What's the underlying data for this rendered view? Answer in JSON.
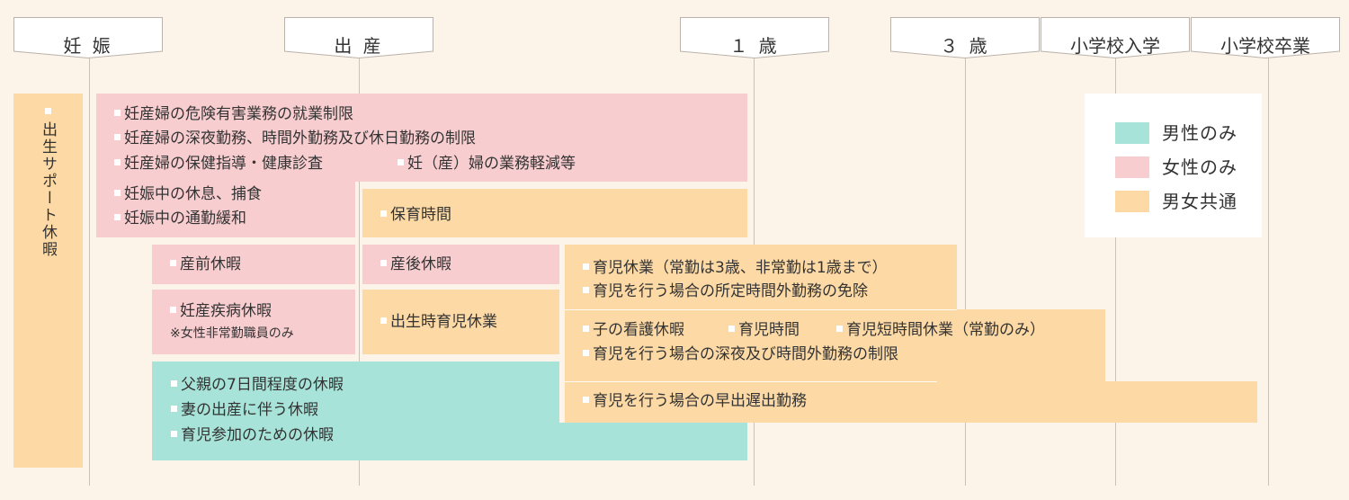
{
  "timeline": [
    "妊 娠",
    "出 産",
    "１ 歳",
    "３ 歳",
    "小学校入学",
    "小学校卒業"
  ],
  "side_label": "出生サポート休暇",
  "groups": {
    "women_protection": [
      "妊産婦の危険有害業務の就業制限",
      "妊産婦の深夜勤務、時間外勤務及び休日勤務の制限",
      "妊産婦の保健指導・健康診査",
      "妊（産）婦の業務軽減等",
      "妊娠中の休息、捕食",
      "妊娠中の通勤緩和"
    ],
    "nursing_time": "保育時間",
    "prenatal_leave": "産前休暇",
    "postnatal_leave": "産後休暇",
    "pregnancy_illness_leave": "妊産疾病休暇",
    "pregnancy_illness_note": "※女性非常勤職員のみ",
    "birth_childcare_leave": "出生時育児休業",
    "father_leave": [
      "父親の7日間程度の休暇",
      "妻の出産に伴う休暇",
      "育児参加のための休暇"
    ],
    "childcare_leave": [
      "育児休業（常勤は3歳、非常勤は1歳まで）",
      "育児を行う場合の所定時間外勤務の免除"
    ],
    "child_care": [
      "子の看護休暇",
      "育児時間",
      "育児短時間休業（常勤のみ）",
      "育児を行う場合の深夜及び時間外勤務の制限"
    ],
    "flex_work": "育児を行う場合の早出遅出勤務"
  },
  "legend": [
    {
      "label": "男性のみ",
      "color": "#a7e3d8"
    },
    {
      "label": "女性のみ",
      "color": "#f8cdd0"
    },
    {
      "label": "男女共通",
      "color": "#fcd9a5"
    }
  ],
  "colors": {
    "male_only": "#a7e3d8",
    "female_only": "#f8cdd0",
    "common": "#fcd9a5",
    "background": "#fcf3e9"
  }
}
